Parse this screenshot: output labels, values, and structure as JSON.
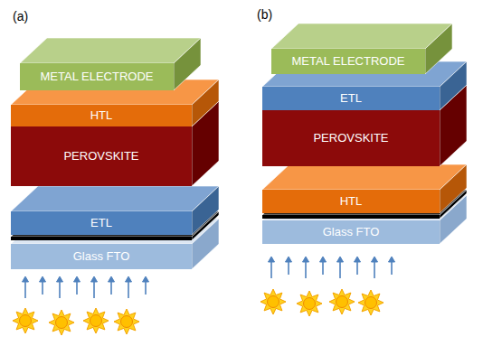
{
  "diagram": {
    "nodes": [
      {
        "text": [
          "METAL ELECTRODE"
        ]
      },
      {
        "text": [
          "HTL"
        ]
      },
      {
        "text": [
          "PEROVSKITE"
        ]
      },
      {
        "text": [
          "ETL"
        ]
      },
      {
        "text": [
          "Glass FTO"
        ]
      },
      {
        "text": [
          "METAL ELECTRODE"
        ]
      },
      {
        "text": [
          "ETL"
        ]
      },
      {
        "text": [
          "PEROVSKITE"
        ]
      },
      {
        "text": [
          "HTL"
        ]
      },
      {
        "text": [
          "Glass FTO"
        ]
      }
    ],
    "labels": [
      "(a)",
      "(b)"
    ]
  }
}
